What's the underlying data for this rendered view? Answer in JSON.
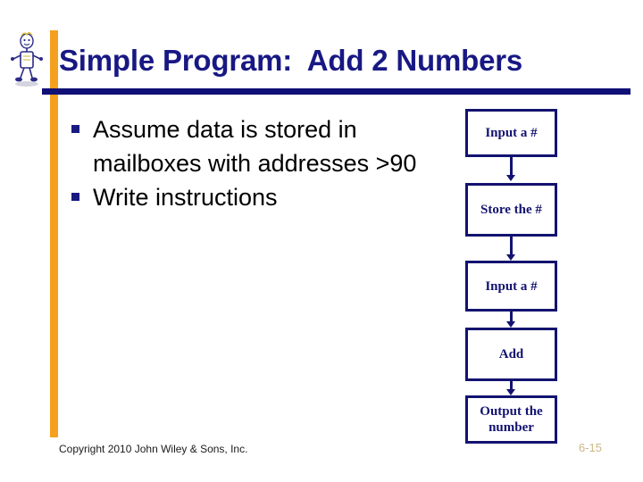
{
  "slide": {
    "title": "Simple Program:  Add 2 Numbers",
    "background_color": "#ffffff",
    "accent_orange": "#F5A01E",
    "accent_navy": "#131370",
    "title_color": "#181884"
  },
  "mascot": {
    "icon": "stick-figure-robot-icon",
    "alt": "stick figure robot mascot"
  },
  "bullets": [
    {
      "marker": "square-bullet",
      "text": "Assume data is stored in mailboxes with addresses >90"
    },
    {
      "marker": "square-bullet",
      "text": "Write instructions"
    }
  ],
  "flowchart": {
    "name": "add-two-numbers-flowchart",
    "boxes": [
      {
        "label": "Input a #"
      },
      {
        "label": "Store the #"
      },
      {
        "label": "Input a #"
      },
      {
        "label": "Add"
      },
      {
        "label": "Output the number"
      }
    ],
    "connector_count": 4,
    "connector_icon": "down-arrow-icon"
  },
  "footer": {
    "copyright": "Copyright 2010 John Wiley & Sons, Inc.",
    "page_number": "6-15",
    "page_number_color": "#CCB884"
  }
}
